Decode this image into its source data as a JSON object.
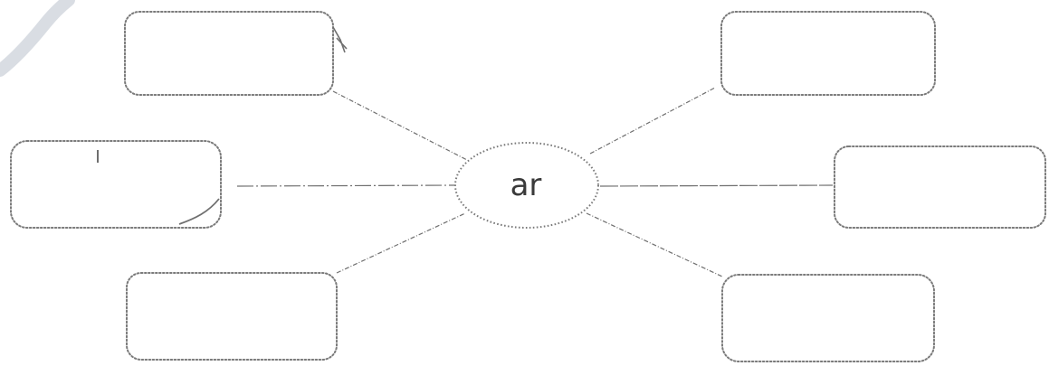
{
  "center": {
    "label": "ar"
  },
  "boxes": [
    {
      "id": "top-left",
      "text": ""
    },
    {
      "id": "middle-left",
      "text": ""
    },
    {
      "id": "bottom-left",
      "text": ""
    },
    {
      "id": "top-right",
      "text": ""
    },
    {
      "id": "middle-right",
      "text": ""
    },
    {
      "id": "bottom-right",
      "text": ""
    }
  ],
  "colors": {
    "stroke": "#6f6f6f",
    "dots": "#7a7a7a",
    "watermark": "#d9dde3"
  }
}
